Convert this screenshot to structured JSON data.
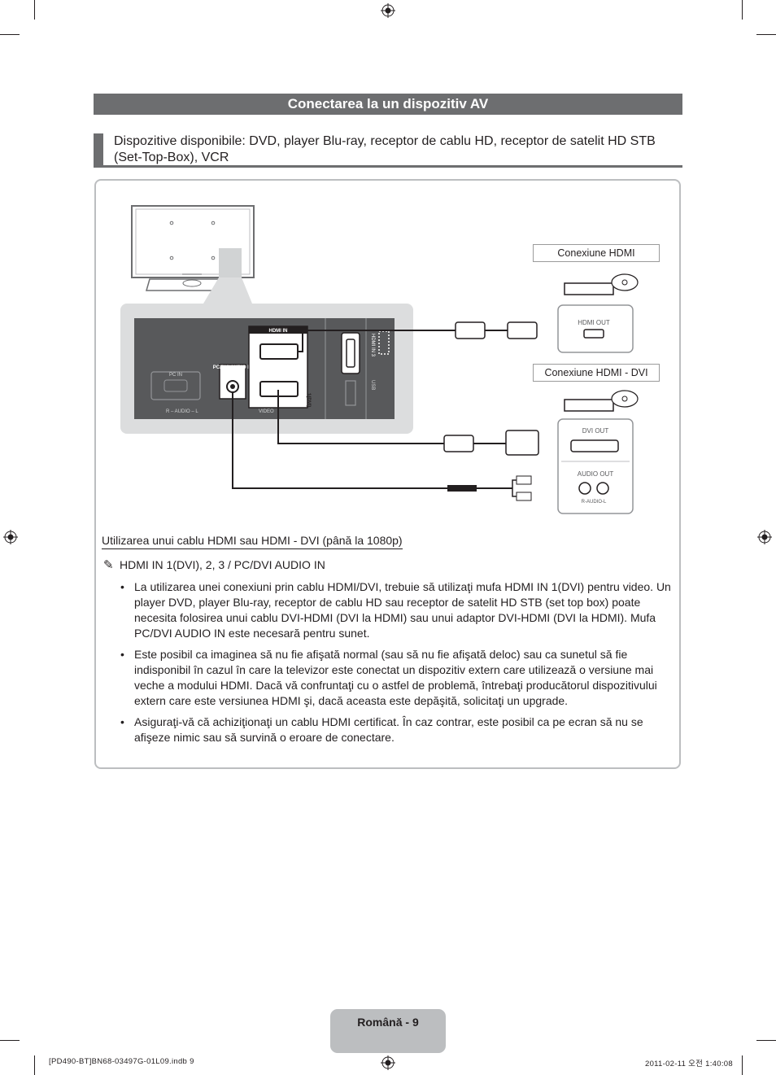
{
  "section_title": "Conectarea la un dispozitiv AV",
  "subhead": "Dispozitive disponibile: DVD, player Blu-ray, receptor de cablu HD, receptor de satelit HD STB (Set-Top-Box), VCR",
  "diagram": {
    "label_hdmi": "Conexiune HDMI",
    "label_hdmi_dvi": "Conexiune HDMI - DVI",
    "hdmi_out": "HDMI OUT",
    "dvi_out": "DVI OUT",
    "audio_out": "AUDIO OUT",
    "r_audio_l": "R-AUDIO-L",
    "hdmi_in": "HDMI IN",
    "pc_dvi_audio_in": "PC/DVI AUDIO IN",
    "dvi_1": "1(DVI)",
    "hdmi_in_3": "HDMI IN 3",
    "usb": "USB",
    "pc_in": "PC IN",
    "audio_r_l": "R – AUDIO – L",
    "video": "VIDEO"
  },
  "usage": {
    "title": "Utilizarea unui cablu HDMI sau HDMI - DVI (până la 1080p)",
    "note_icon": "pencil-note-icon",
    "note": "HDMI IN 1(DVI), 2, 3 / PC/DVI AUDIO IN",
    "bullet_char": "•",
    "bullets": [
      {
        "part1": "La utilizarea unei conexiuni prin cablu HDMI/DVI, trebuie să utilizaţi mufa ",
        "bold1": "HDMI IN 1(DVI)",
        "part2": " pentru video. Un player DVD, player Blu-ray, receptor de cablu HD sau receptor de satelit HD STB (set top box) poate necesita folosirea unui cablu DVI-HDMI (DVI la HDMI) sau unui adaptor DVI-HDMI (DVI la HDMI). Mufa ",
        "bold2": "PC/DVI AUDIO IN",
        "part3": " este necesară pentru sunet."
      },
      {
        "text": "Este posibil ca imaginea să nu fie afişată normal (sau să nu fie afişată deloc) sau ca sunetul să fie indisponibil în cazul în care la televizor este conectat un dispozitiv extern care utilizează o versiune mai veche a modului HDMI. Dacă vă confruntaţi cu o astfel de problemă, întrebaţi producătorul dispozitivului extern care este versiunea HDMI şi, dacă aceasta este depăşită, solicitaţi un upgrade."
      },
      {
        "text": "Asiguraţi-vă că achiziţionaţi un cablu HDMI certificat. În caz contrar, este posibil ca pe ecran să nu se afişeze nimic sau să survină o eroare de conectare."
      }
    ]
  },
  "footer": {
    "page_label": "Română - 9",
    "file_info": "[PD490-BT]BN68-03497G-01L09.indb   9",
    "timestamp": "2011-02-11   오전 1:40:08"
  }
}
